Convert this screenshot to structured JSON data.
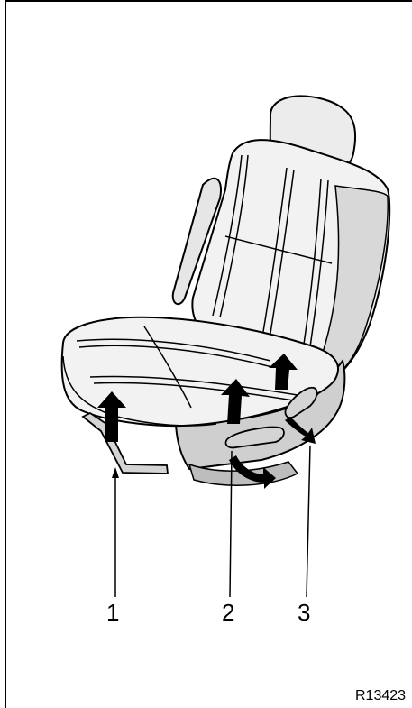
{
  "callouts": {
    "one": "1",
    "two": "2",
    "three": "3"
  },
  "figure_code": "R13423",
  "colors": {
    "line": "#000000",
    "fill_light": "#f2f2f2",
    "fill_mid": "#dcdcdc",
    "fill_dark": "#bdbdbd",
    "arrow": "#000000"
  }
}
